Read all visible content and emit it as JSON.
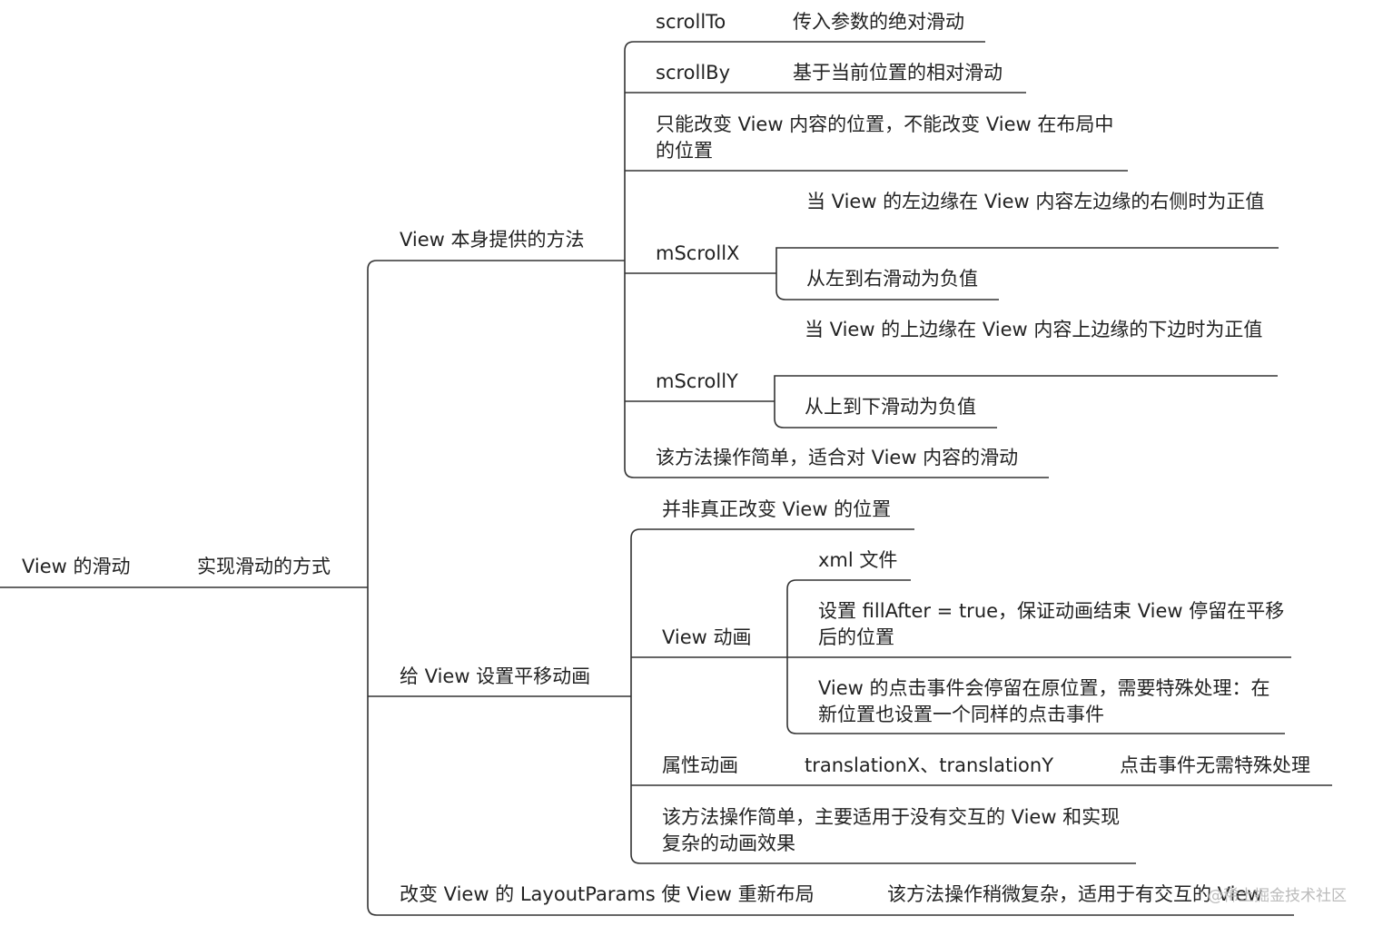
{
  "root": "View 的滑动",
  "branch": "实现滑动的方式",
  "method1": {
    "label": "View 本身提供的方法",
    "scrollTo": {
      "label": "scrollTo",
      "desc": "传入参数的绝对滑动"
    },
    "scrollBy": {
      "label": "scrollBy",
      "desc": "基于当前位置的相对滑动"
    },
    "note_position": "只能改变 View 内容的位置，不能改变 View 在布局中的位置",
    "mScrollX": {
      "label": "mScrollX",
      "positive": "当 View 的左边缘在 View 内容左边缘的右侧时为正值",
      "negative": "从左到右滑动为负值"
    },
    "mScrollY": {
      "label": "mScrollY",
      "positive": "当 View 的上边缘在 View 内容上边缘的下边时为正值",
      "negative": "从上到下滑动为负值"
    },
    "summary": "该方法操作简单，适合对 View 内容的滑动"
  },
  "method2": {
    "label": "给 View 设置平移动画",
    "note_position": "并非真正改变 View 的位置",
    "view_anim": {
      "label": "View 动画",
      "xml": "xml 文件",
      "fill_after": "设置 fillAfter = true，保证动画结束 View 停留在平移后的位置",
      "click": "View 的点击事件会停留在原位置，需要特殊处理：在新位置也设置一个同样的点击事件"
    },
    "prop_anim": {
      "label": "属性动画",
      "props": "translationX、translationY",
      "click": "点击事件无需特殊处理"
    },
    "summary": "该方法操作简单，主要适用于没有交互的 View 和实现复杂的动画效果"
  },
  "method3": {
    "label": "改变 View 的 LayoutParams 使 View 重新布局",
    "summary": "该方法操作稍微复杂，适用于有交互的 View"
  },
  "watermark": "@稀土掘金技术社区",
  "line_color": "#333333"
}
